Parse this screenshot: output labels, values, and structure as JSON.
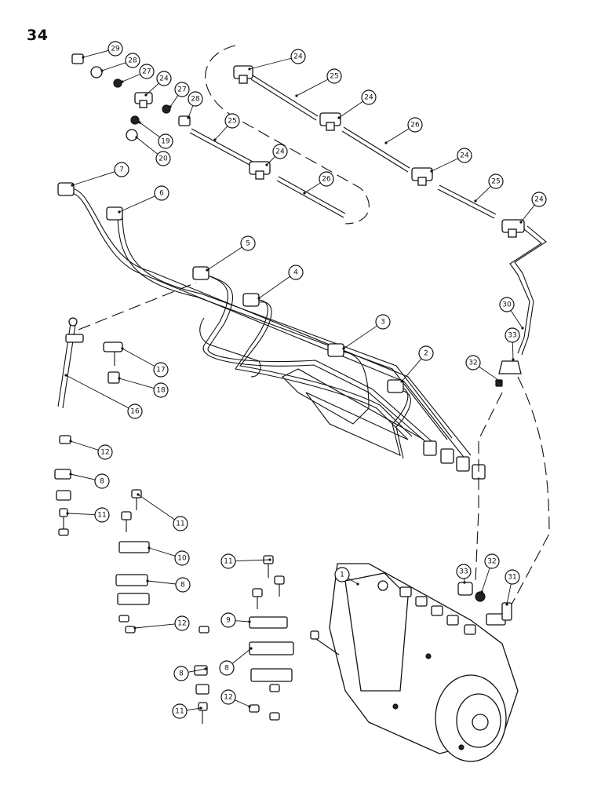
{
  "page": {
    "number": "34"
  },
  "callouts": [
    {
      "label": "29"
    },
    {
      "label": "28"
    },
    {
      "label": "27"
    },
    {
      "label": "24"
    },
    {
      "label": "27"
    },
    {
      "label": "28"
    },
    {
      "label": "19"
    },
    {
      "label": "20"
    },
    {
      "label": "24"
    },
    {
      "label": "25"
    },
    {
      "label": "24"
    },
    {
      "label": "26"
    },
    {
      "label": "24"
    },
    {
      "label": "25"
    },
    {
      "label": "24"
    },
    {
      "label": "25"
    },
    {
      "label": "24"
    },
    {
      "label": "26"
    },
    {
      "label": "7"
    },
    {
      "label": "6"
    },
    {
      "label": "5"
    },
    {
      "label": "4"
    },
    {
      "label": "3"
    },
    {
      "label": "2"
    },
    {
      "label": "30"
    },
    {
      "label": "33"
    },
    {
      "label": "32"
    },
    {
      "label": "17"
    },
    {
      "label": "18"
    },
    {
      "label": "16"
    },
    {
      "label": "12"
    },
    {
      "label": "8"
    },
    {
      "label": "11"
    },
    {
      "label": "11"
    },
    {
      "label": "10"
    },
    {
      "label": "8"
    },
    {
      "label": "12"
    },
    {
      "label": "11"
    },
    {
      "label": "9"
    },
    {
      "label": "8"
    },
    {
      "label": "8"
    },
    {
      "label": "12"
    },
    {
      "label": "11"
    },
    {
      "label": "1"
    },
    {
      "label": "33"
    },
    {
      "label": "32"
    },
    {
      "label": "31"
    }
  ]
}
